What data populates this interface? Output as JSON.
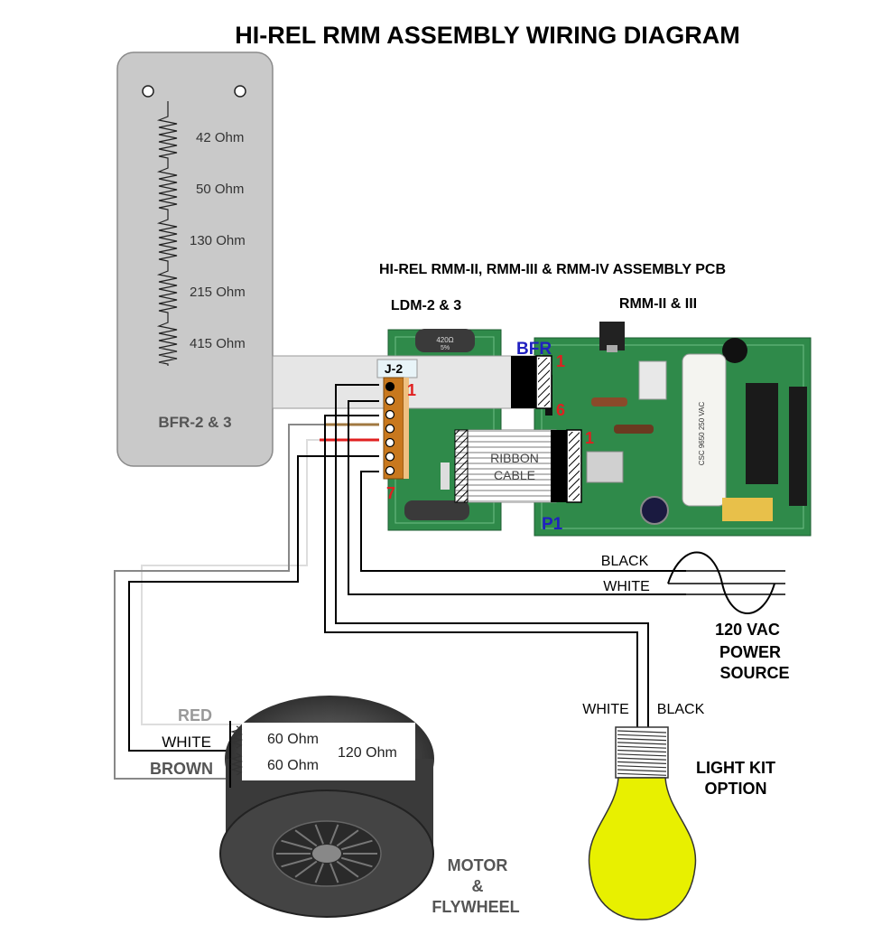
{
  "title": "HI-REL RMM ASSEMBLY WIRING DIAGRAM",
  "pcb": {
    "title": "HI-REL RMM-II, RMM-III & RMM-IV ASSEMBLY PCB",
    "ldm_label": "LDM-2 & 3",
    "rmm_label": "RMM-II & III",
    "bfr_label": "BFR",
    "bfr_pin_1": "1",
    "bfr_pin_6": "6",
    "p1_label": "P1",
    "p1_pin_1": "1",
    "j2_label": "J-2",
    "j2_pin_1": "1",
    "j2_pin_7": "7",
    "resistor_marking": "420Ω",
    "resistor_marking2": "5%",
    "ribbon_line1": "RIBBON",
    "ribbon_line2": "CABLE"
  },
  "bfr": {
    "label": "BFR-2 & 3",
    "resistors": [
      "42 Ohm",
      "50 Ohm",
      "130 Ohm",
      "215 Ohm",
      "415 Ohm"
    ]
  },
  "power": {
    "black": "BLACK",
    "white": "WHITE",
    "line1": "120 VAC",
    "line2": "POWER",
    "line3": "SOURCE"
  },
  "light": {
    "white": "WHITE",
    "black": "BLACK",
    "line1": "LIGHT KIT",
    "line2": "OPTION"
  },
  "motor": {
    "red": "RED",
    "white": "WHITE",
    "brown": "BROWN",
    "coil1": "60 Ohm",
    "coil2": "60 Ohm",
    "total": "120 Ohm",
    "line1": "MOTOR",
    "line2": "&",
    "line3": "FLYWHEEL"
  },
  "colors": {
    "bfr_panel": "#c9c9c9",
    "pcb_green": "#2f8a4a",
    "connector_orange": "#c8781e",
    "pin_red": "#e02020",
    "label_blue": "#2020c0",
    "bulb_yellow": "#e8f000"
  }
}
